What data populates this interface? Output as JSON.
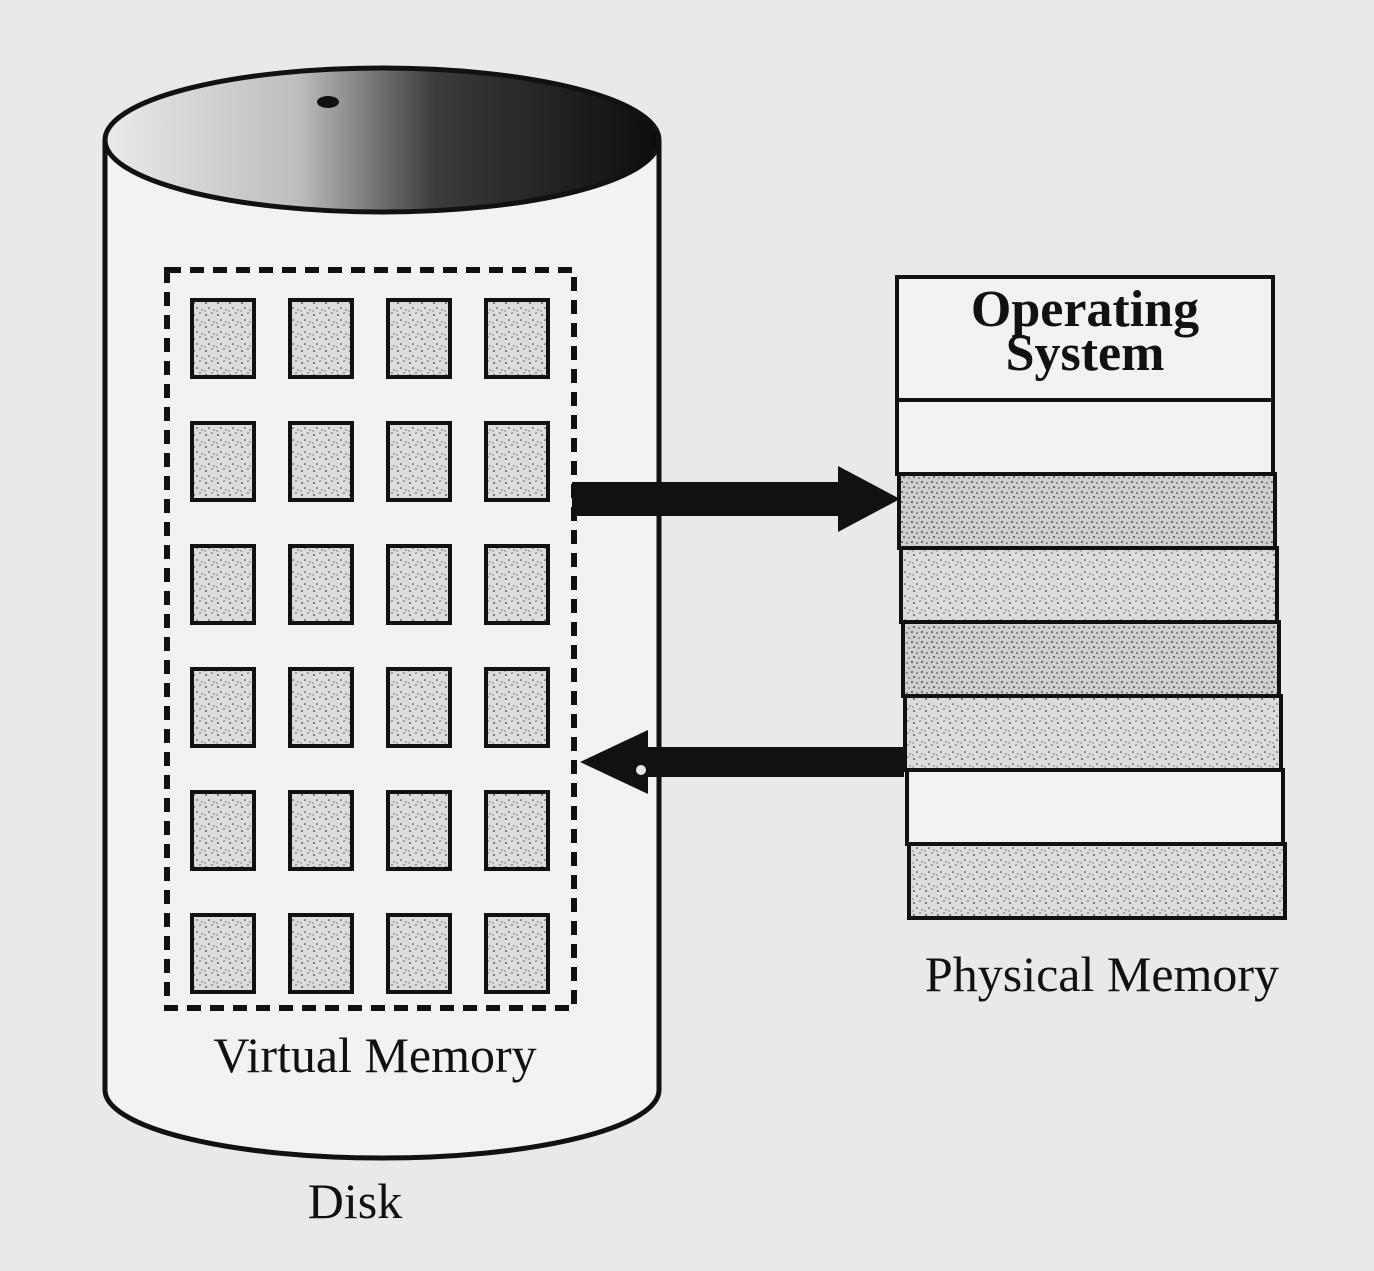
{
  "disk": {
    "label": "Disk",
    "virtual_memory_label": "Virtual Memory",
    "page_grid": {
      "rows": 6,
      "cols": 4
    }
  },
  "physical_memory": {
    "label": "Physical Memory",
    "os_block_label": "Operating System",
    "frames": [
      {
        "filled": false
      },
      {
        "filled": true
      },
      {
        "filled": true
      },
      {
        "filled": true
      },
      {
        "filled": true
      },
      {
        "filled": false
      },
      {
        "filled": true
      }
    ]
  },
  "arrows": [
    {
      "from": "virtual-memory",
      "to": "physical-memory"
    },
    {
      "from": "physical-memory",
      "to": "virtual-memory"
    }
  ],
  "colors": {
    "background": "#e9e9ea",
    "ink": "#111111",
    "page_fill": "#c9c9c9",
    "cylinder_body": "#f2f2f3"
  }
}
